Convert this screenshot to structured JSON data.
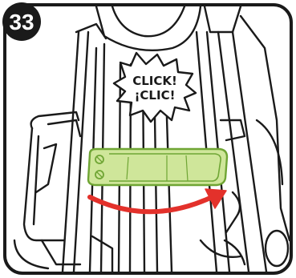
{
  "step": {
    "number": "33"
  },
  "callout": {
    "line1": "CLICK!",
    "line2": "¡CLIC!"
  },
  "colors": {
    "outline": "#1a1a1a",
    "frame_border": "#1a1a1a",
    "badge_fill": "#1a1a1a",
    "badge_text": "#ffffff",
    "latch_fill": "#cfe69a",
    "latch_stroke": "#6fa534",
    "arrow": "#e3312b",
    "background": "#ffffff"
  },
  "icons": {
    "latch": "latch-clip-icon",
    "arrow": "curved-arrow-icon",
    "burst": "speech-burst-icon"
  }
}
